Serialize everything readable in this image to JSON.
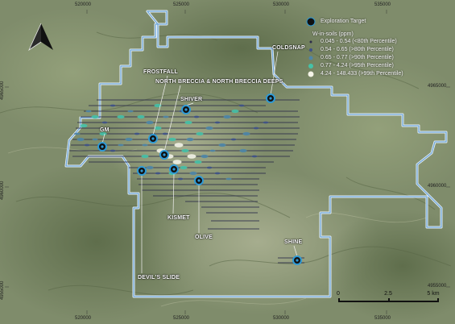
{
  "map": {
    "x_ticks_top": [
      "520000",
      "525000",
      "530000",
      "535000"
    ],
    "x_ticks_bottom": [
      "520000",
      "525000",
      "530000",
      "535000"
    ],
    "y_ticks_left": [
      "4965000",
      "4960000",
      "4955000"
    ],
    "y_ticks_right": [
      "4965000",
      "4960000",
      "4955000"
    ]
  },
  "legend": {
    "target_label": "Exploration Target",
    "title": "W-in-soils (ppm)",
    "classes": [
      {
        "label": "0.045 - 0.54 (<80th Percentile)",
        "color": "#2c2d4a"
      },
      {
        "label": "0.54 - 0.65 (>80th Percentile)",
        "color": "#3f5288"
      },
      {
        "label": "0.65 - 0.77 (>90th Percentile)",
        "color": "#4e86a8"
      },
      {
        "label": "0.77 - 4.24 (>95th Percentile)",
        "color": "#45c2a8"
      },
      {
        "label": "4.24 - 148.433 (>99th Percentile)",
        "color": "#f4f4e8"
      }
    ]
  },
  "targets": [
    {
      "name": "COLDSNAP"
    },
    {
      "name": "FROSTFALL"
    },
    {
      "name": "NORTH BRECCIA & NORTH BRECCIA DEEPS"
    },
    {
      "name": "SHIVER"
    },
    {
      "name": "GM"
    },
    {
      "name": "KISMET"
    },
    {
      "name": "OLIVE"
    },
    {
      "name": "SHINE"
    },
    {
      "name": "DEVIL'S SLIDE"
    }
  ],
  "scale_bar": {
    "ticks": [
      "0",
      "2.5",
      "5 km"
    ]
  },
  "colors": {
    "boundary": "#6fa6d8",
    "target_ring": "#2e9ad6",
    "target_fill": "#111111"
  },
  "icons": {
    "north_arrow": "north-arrow-icon"
  }
}
